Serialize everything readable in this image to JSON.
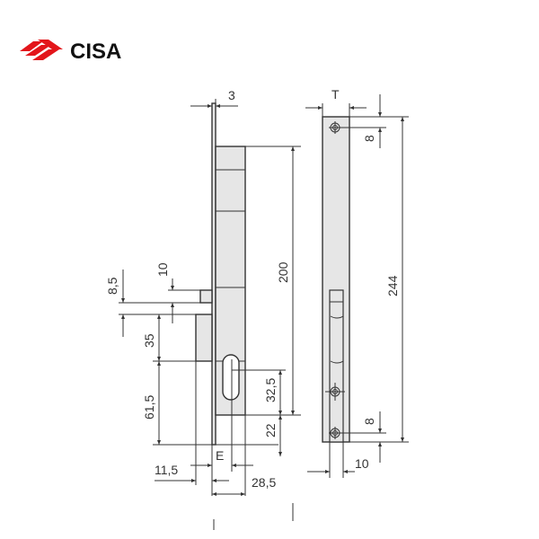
{
  "brand": {
    "name": "CISA",
    "color": "#e3161b"
  },
  "side_view": {
    "dimensions": {
      "faceplate_thickness": "3",
      "body_height": "200",
      "bolt_offset": "8,5",
      "bolt_height": "10",
      "latch_height": "35",
      "latch_to_bottom": "61,5",
      "slot_length": "32,5",
      "slot_to_bottom": "22",
      "backset": "E",
      "latch_projection": "11,5",
      "body_depth": "28,5"
    }
  },
  "strike_view": {
    "dimensions": {
      "width": "T",
      "height": "244",
      "top_screw_offset": "8",
      "bottom_screw_offset": "8",
      "inner_width": "10"
    }
  }
}
